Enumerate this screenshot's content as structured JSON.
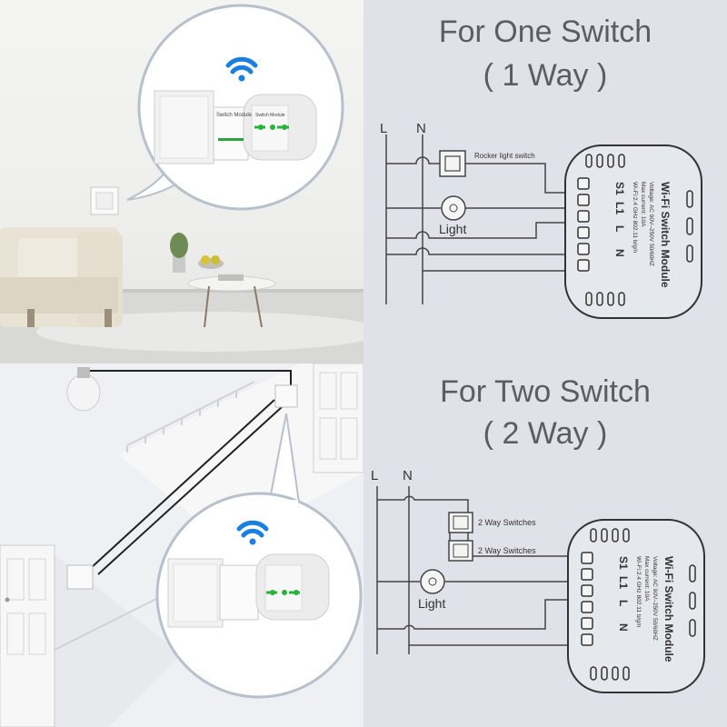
{
  "one_switch": {
    "title": "For One Switch",
    "subtitle": "( 1 Way )",
    "line_label": "L",
    "neutral_label": "N",
    "switch_label": "Rocker light switch",
    "light_label": "Light",
    "module": {
      "name": "Wi-Fi Switch Module",
      "spec_voltage": "Voltage: AC 90V–250V  50/60HZ",
      "spec_current": "Max current: 10A",
      "spec_wifi": "Wi-Fi:2.4 GHz   802.11 b/g/n",
      "terminals": [
        "S1",
        "L1",
        "L",
        "N"
      ]
    }
  },
  "two_switch": {
    "title": "For Two Switch",
    "subtitle": "( 2 Way )",
    "line_label": "L",
    "neutral_label": "N",
    "switch_label_1": "2 Way Switches",
    "switch_label_2": "2 Way Switches",
    "light_label": "Light",
    "module": {
      "name": "Wi-Fi Switch Module",
      "spec_voltage": "Voltage: AC 90V–250V  50/60HZ",
      "spec_current": "Max current: 10A",
      "spec_wifi": "Wi-Fi:2.4 GHz   802.11 b/g/n",
      "terminals": [
        "S1",
        "L1",
        "L",
        "N"
      ]
    }
  },
  "callout_module_label": "Switch Module",
  "colors": {
    "wifi": "#1a7fe0",
    "wire": "#444444",
    "module_border": "#333333",
    "title": "#5a5e64"
  }
}
